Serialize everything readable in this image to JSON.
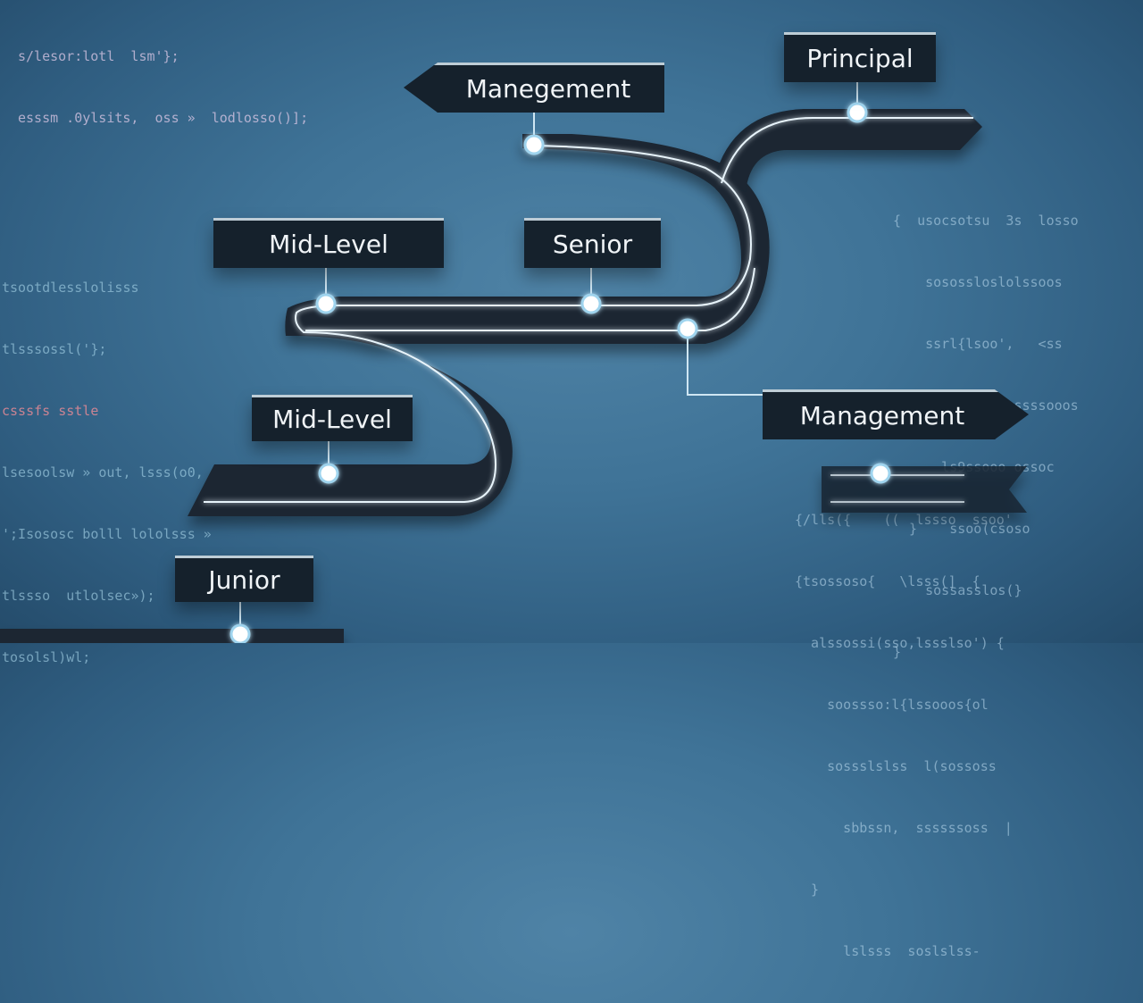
{
  "diagram": {
    "nodes": {
      "principal": "Principal",
      "management_top": "Manegement",
      "mid_level_upper": "Mid-Level",
      "senior": "Senior",
      "management_right": "Management",
      "mid_level_lower": "Mid-Level",
      "junior": "Junior"
    }
  },
  "background_code": {
    "top_left": [
      "s/lesor:lotl  lsm'};",
      "esssm .0ylsits,  oss »  lodlosso()];"
    ],
    "left": [
      "tsootdlesslolisss",
      "tlsssossl('};",
      "csssfs sstle ",
      "lsesoolsw » out, lsss(o0,",
      "';Isososc bolll lololsss »",
      "tlssso  utlolsec»);",
      "tosolsl)wl;"
    ],
    "right": [
      "{  usocsotsu  3s  losso",
      "    sosossloslolssoos",
      "    ssrl{lsoo',   <ss",
      "    {ltl{s ->  ssssooos",
      "      ls9ssooo ossoc",
      "  }    ssoo(csoso",
      "    sossasslos(}",
      "}"
    ],
    "bottom_right": [
      "{/lls({    ((  lssso  ssoo'",
      "{tsossoso{   \\lsss(]  {",
      "  alssossi(sso,lssslso') {",
      "    soossso:l{lssooos{ol",
      "    sossslslss  l(sossoss",
      "      sbbssn,  ssssssoss  |",
      "  }",
      "      lslsss  soslslss-"
    ]
  }
}
